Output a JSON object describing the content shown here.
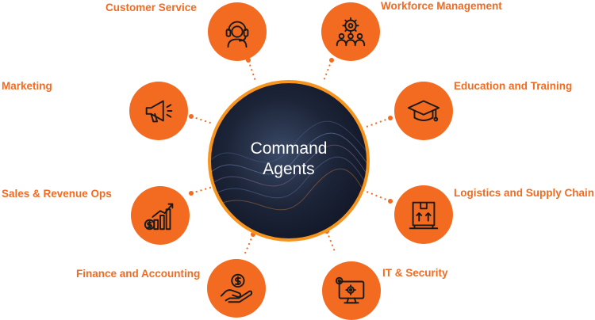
{
  "center": {
    "line1": "Command",
    "line2": "Agents"
  },
  "nodes": [
    {
      "id": "customer-service",
      "label": "Customer Service",
      "icon": "headset-icon"
    },
    {
      "id": "workforce-management",
      "label": "Workforce Management",
      "icon": "team-gear-icon"
    },
    {
      "id": "marketing",
      "label": "Marketing",
      "icon": "megaphone-icon"
    },
    {
      "id": "education-training",
      "label": "Education and Training",
      "icon": "graduation-cap-icon"
    },
    {
      "id": "sales-revenue",
      "label": "Sales & Revenue Ops",
      "icon": "growth-chart-icon"
    },
    {
      "id": "logistics",
      "label": "Logistics and Supply Chain",
      "icon": "package-icon"
    },
    {
      "id": "finance",
      "label": "Finance and Accounting",
      "icon": "money-hand-icon"
    },
    {
      "id": "it-security",
      "label": "IT & Security",
      "icon": "monitor-gears-icon"
    }
  ],
  "colors": {
    "accent": "#f26b21",
    "ring": "#f7941d",
    "center_bg": "#0b0f1c"
  }
}
